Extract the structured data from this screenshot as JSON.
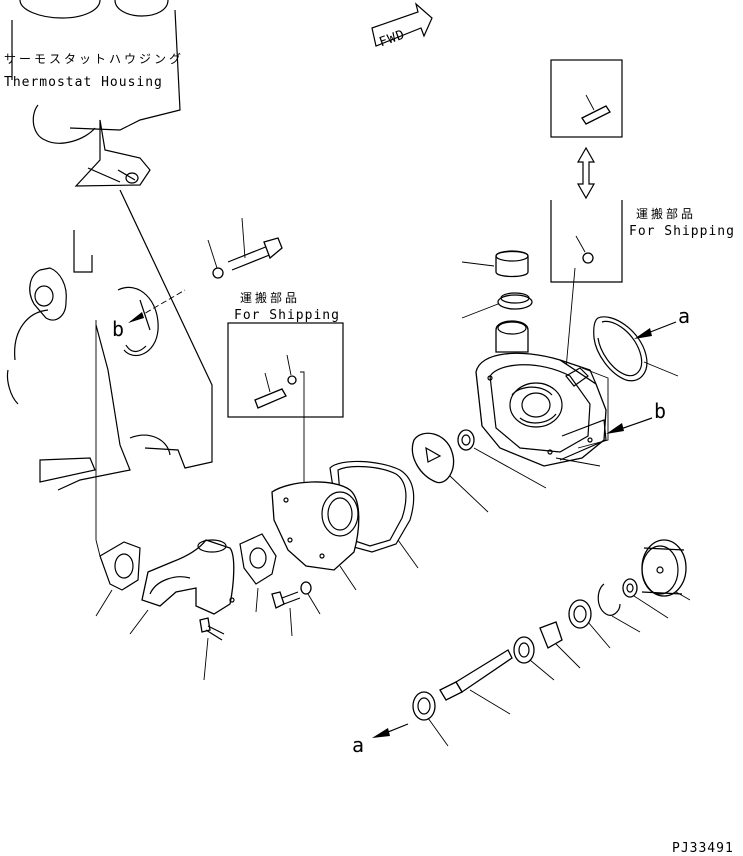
{
  "thermostat": {
    "jp": "サーモスタットハウジング",
    "en": "Thermostat Housing"
  },
  "fwd": "FWD",
  "shipping_top": {
    "jp": "運搬部品",
    "en": "For Shipping"
  },
  "shipping_mid": {
    "jp": "運搬部品",
    "en": "For Shipping"
  },
  "refs": {
    "a_right": "a",
    "a_left": "a",
    "b_right": "b",
    "b_left": "b"
  },
  "drawing_no": "PJ33491"
}
